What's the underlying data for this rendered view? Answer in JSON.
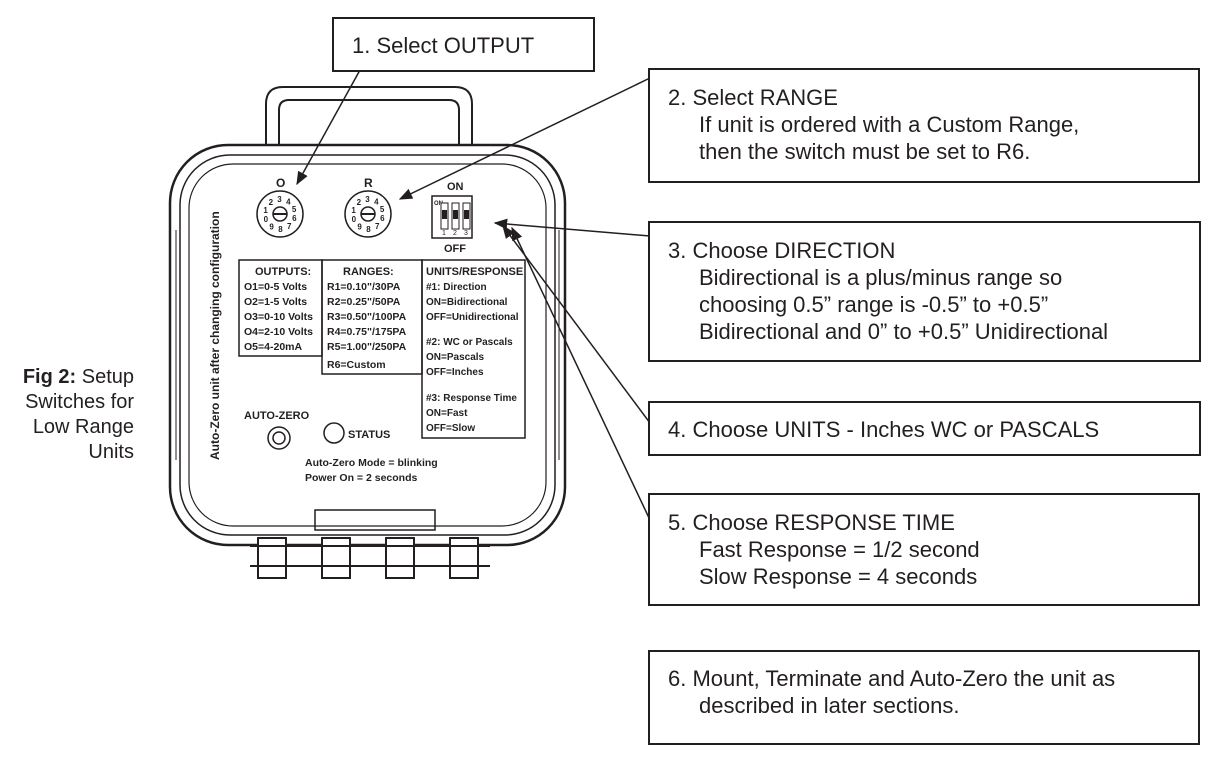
{
  "figure": {
    "label": "Fig 2:",
    "caption_lines": [
      "Setup",
      "Switches for",
      "Low Range",
      "Units"
    ]
  },
  "device": {
    "side_text": "Auto-Zero unit after changing configuration",
    "output_switch_label": "O",
    "range_switch_label": "R",
    "dip_on_label": "ON",
    "dip_off_label": "OFF",
    "dip_small_on": "ON",
    "dip_numbers": [
      "1",
      "2",
      "3"
    ],
    "rotary_digits": [
      "0",
      "1",
      "2",
      "3",
      "4",
      "5",
      "6",
      "7",
      "8",
      "9"
    ],
    "outputs": {
      "title": "OUTPUTS:",
      "items": [
        "O1=0-5 Volts",
        "O2=1-5 Volts",
        "O3=0-10 Volts",
        "O4=2-10 Volts",
        "O5=4-20mA"
      ]
    },
    "ranges": {
      "title": "RANGES:",
      "items": [
        "R1=0.10\"/30PA",
        "R2=0.25\"/50PA",
        "R3=0.50\"/100PA",
        "R4=0.75\"/175PA",
        "R5=1.00\"/250PA",
        "R6=Custom"
      ]
    },
    "units_response": {
      "title": "UNITS/RESPONSE",
      "items": [
        "#1: Direction",
        "ON=Bidirectional",
        "OFF=Unidirectional",
        "#2: WC or Pascals",
        "ON=Pascals",
        "OFF=Inches",
        "#3: Response Time",
        "ON=Fast",
        "OFF=Slow"
      ]
    },
    "auto_zero_label": "AUTO-ZERO",
    "status_label": "STATUS",
    "mode_note_1": "Auto-Zero Mode = blinking",
    "mode_note_2": "Power On = 2 seconds"
  },
  "callouts": {
    "step1": {
      "head": "1. Select OUTPUT"
    },
    "step2": {
      "head": "2. Select RANGE",
      "sub": [
        "If unit is ordered with a Custom Range,",
        "then the switch must be set to R6."
      ]
    },
    "step3": {
      "head": "3. Choose DIRECTION",
      "sub": [
        "Bidirectional is a plus/minus range so",
        "choosing 0.5” range is -0.5” to +0.5”",
        "Bidirectional and 0” to +0.5” Unidirectional"
      ]
    },
    "step4": {
      "head": "4. Choose UNITS - Inches WC or PASCALS"
    },
    "step5": {
      "head": "5. Choose RESPONSE TIME",
      "sub": [
        "Fast Response = 1/2 second",
        "Slow Response = 4 seconds"
      ]
    },
    "step6": {
      "head": "6. Mount, Terminate and Auto-Zero the unit as",
      "sub": [
        "described in later sections."
      ]
    }
  }
}
